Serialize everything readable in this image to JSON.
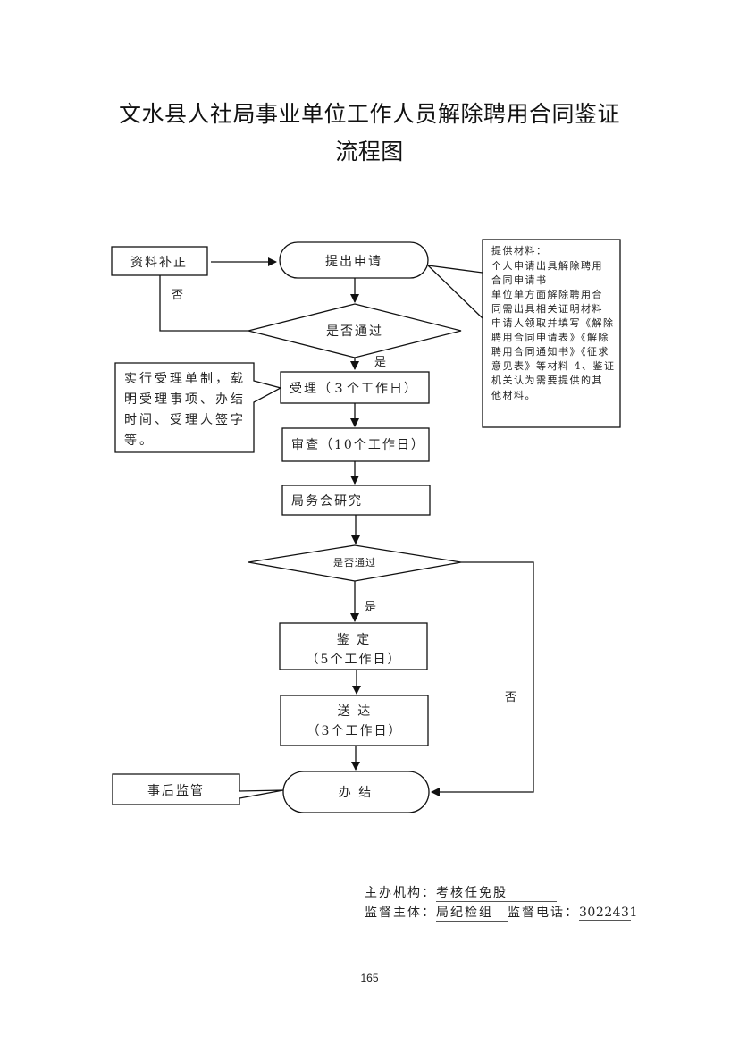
{
  "title": {
    "line1": "文水县人社局事业单位工作人员解除聘用合同鉴证",
    "line2": "流程图"
  },
  "nodes": {
    "supplement": "资料补正",
    "submit": "提出申请",
    "decision1": "是否通过",
    "accept": "受理（３个工作日）",
    "review": "审查（10个工作日）",
    "meeting": "局务会研究",
    "decision2": "是否通过",
    "appraise_line1": "鉴  定",
    "appraise_line2": "（5个工作日）",
    "deliver_line1": "送  达",
    "deliver_line2": "（3个工作日）",
    "complete": "办  结",
    "supervision": "事后监管"
  },
  "edge_labels": {
    "no1": "否",
    "yes1": "是",
    "yes2": "是",
    "no2": "否"
  },
  "notes": {
    "materials": [
      "提供材料：",
      "个人申请出具解除聘用",
      "合同申请书",
      "单位单方面解除聘用合",
      "同需出具相关证明材料",
      "申请人领取并填写《解除",
      "聘用合同申请表》《解除",
      "聘用合同通知书》《征求",
      "意见表》等材料 4、鉴证",
      "机关认为需要提供的其",
      "他材料。"
    ],
    "acceptance": [
      "实行受理单制，载",
      "明受理事项、办结",
      "时间、受理人签字",
      "等。"
    ]
  },
  "footer": {
    "host_label": "主办机构：",
    "host_value": "考核任免股",
    "supervisor_label": "监督主体：",
    "supervisor_value": "局纪检组",
    "phone_label": "监督电话：",
    "phone_value": "3022431"
  },
  "page_number": "165"
}
